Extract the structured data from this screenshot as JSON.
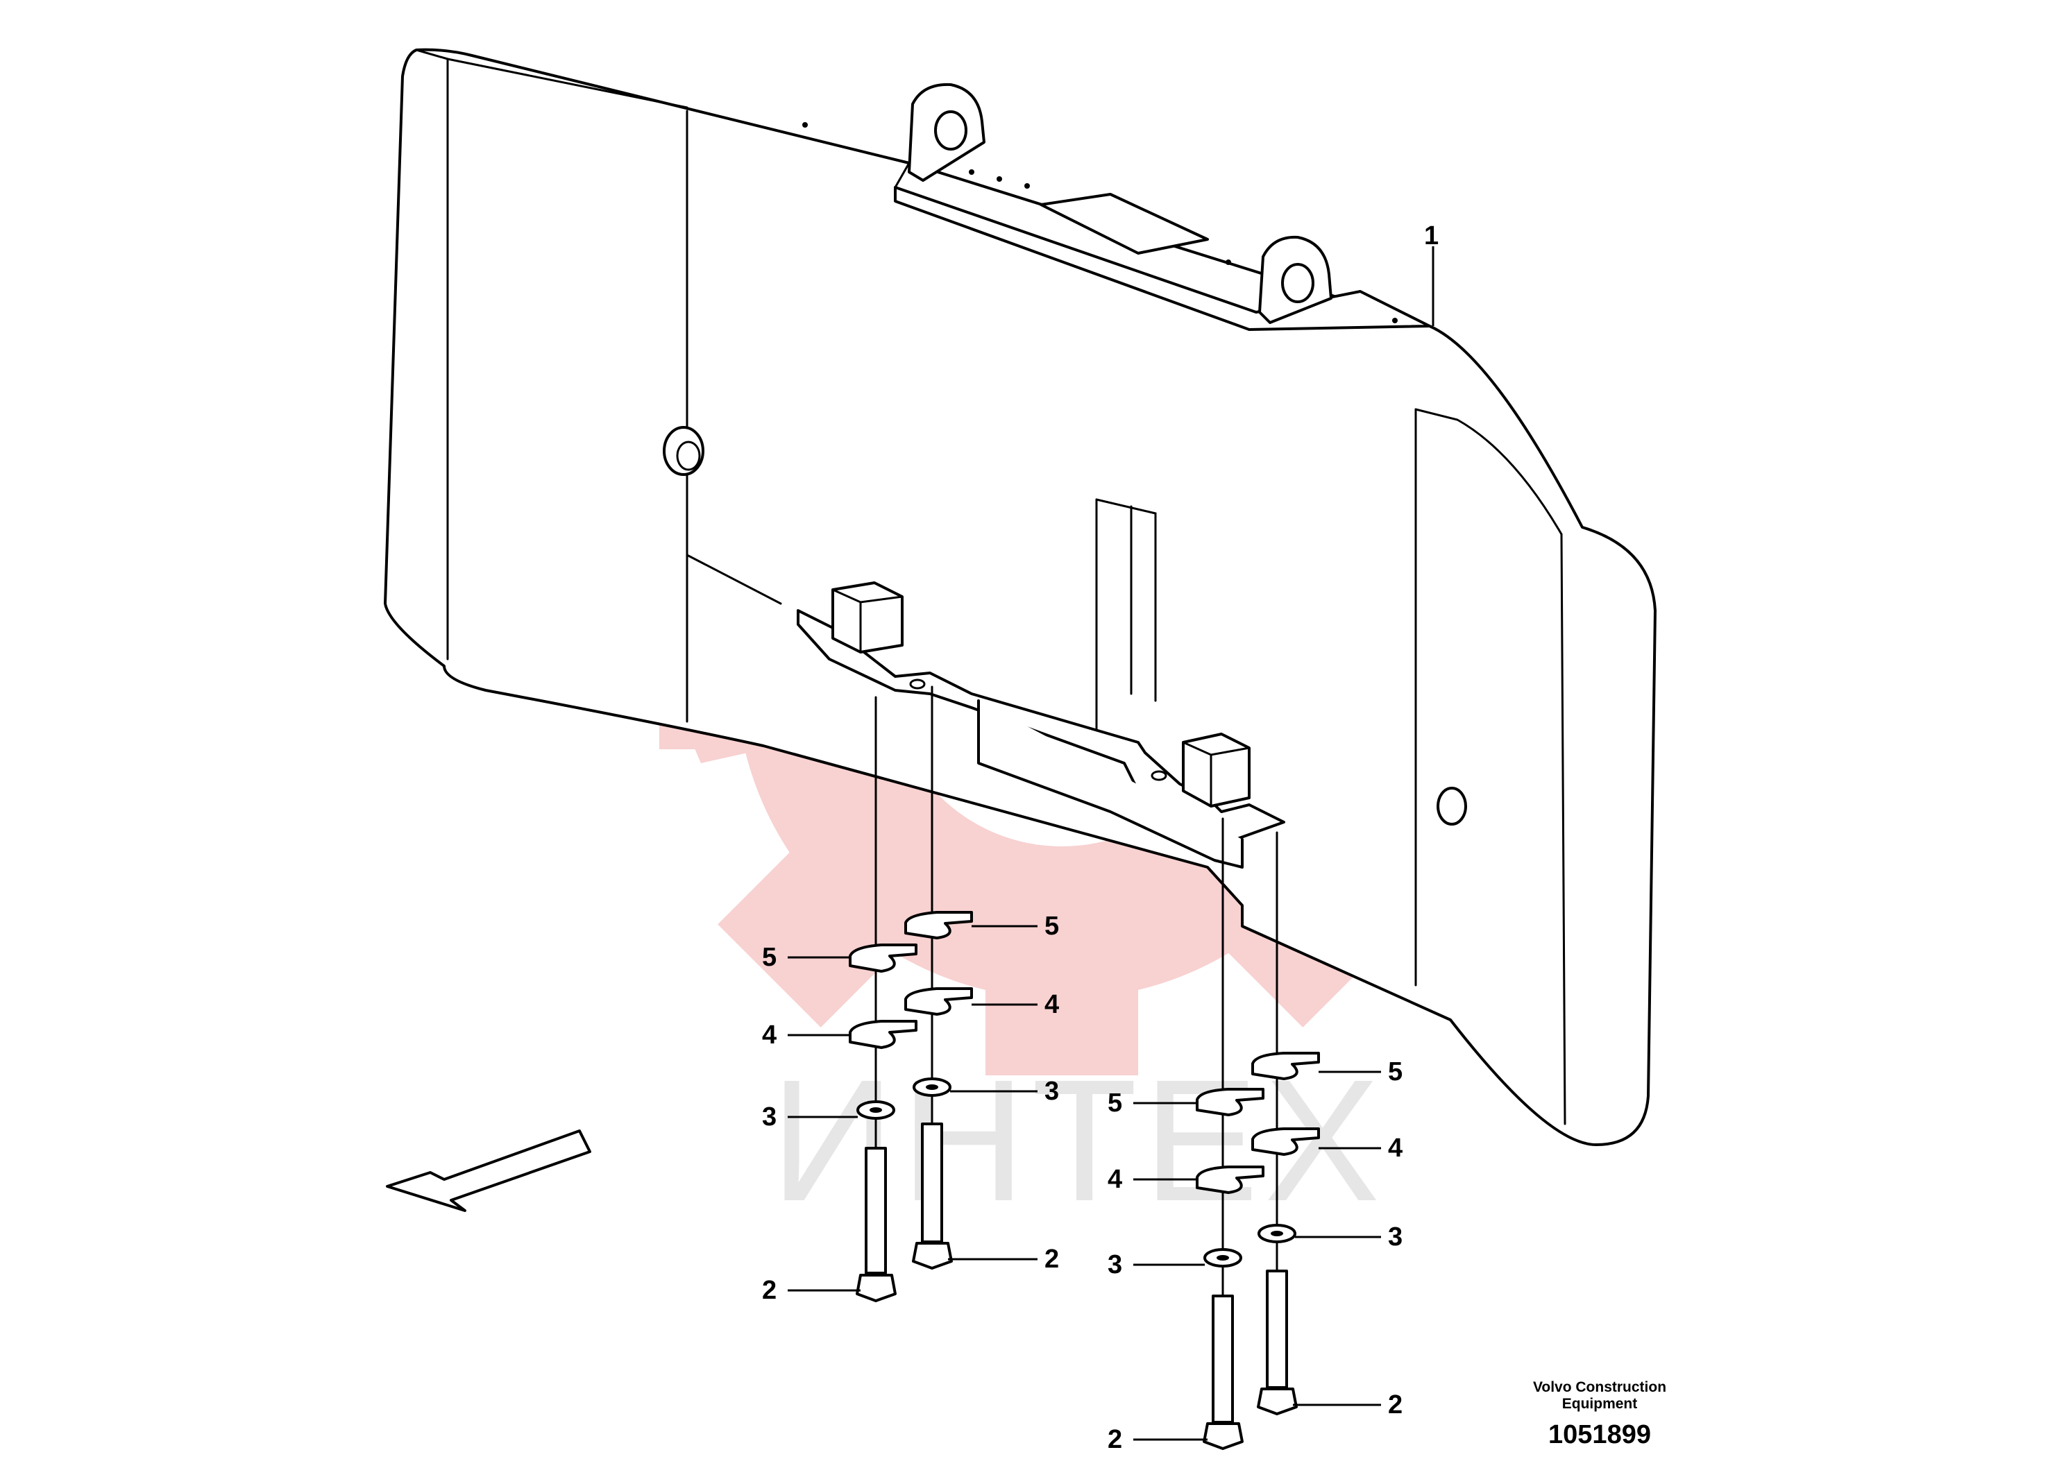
{
  "watermark": {
    "text": "ИНТЕХ",
    "gear_color": "#f7c9c9",
    "text_color": "#e6e6e6"
  },
  "callouts": [
    {
      "id": "c1a",
      "text": "1"
    },
    {
      "id": "c5a",
      "text": "5"
    },
    {
      "id": "c5b",
      "text": "5"
    },
    {
      "id": "c5c",
      "text": "5"
    },
    {
      "id": "c5d",
      "text": "5"
    },
    {
      "id": "c4a",
      "text": "4"
    },
    {
      "id": "c4b",
      "text": "4"
    },
    {
      "id": "c4c",
      "text": "4"
    },
    {
      "id": "c4d",
      "text": "4"
    },
    {
      "id": "c3a",
      "text": "3"
    },
    {
      "id": "c3b",
      "text": "3"
    },
    {
      "id": "c3c",
      "text": "3"
    },
    {
      "id": "c3d",
      "text": "3"
    },
    {
      "id": "c2a",
      "text": "2"
    },
    {
      "id": "c2b",
      "text": "2"
    },
    {
      "id": "c2c",
      "text": "2"
    },
    {
      "id": "c2d",
      "text": "2"
    }
  ],
  "footer": {
    "credit_line1": "Volvo Construction",
    "credit_line2": "Equipment",
    "part_number": "1051899"
  },
  "direction_arrow_icon": "arrow-left-down-icon"
}
